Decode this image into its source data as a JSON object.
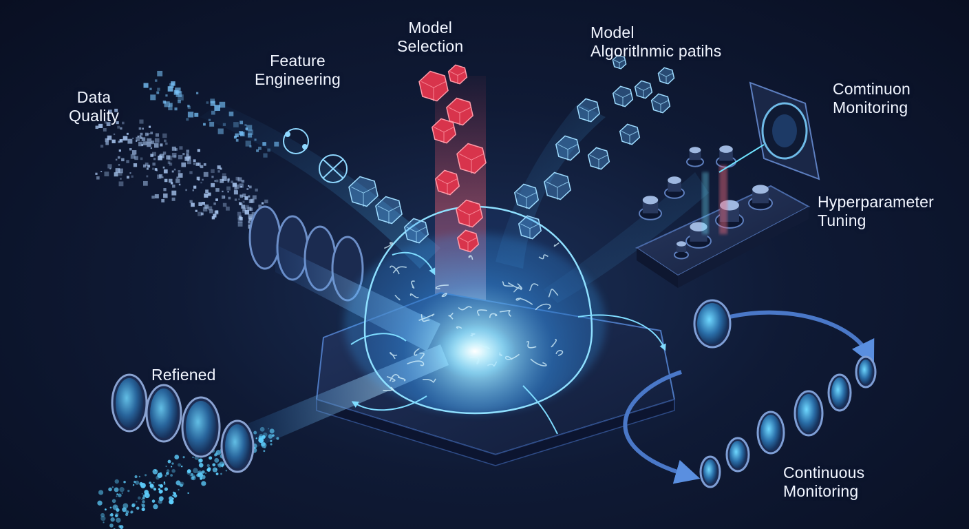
{
  "labels": {
    "data_quality": [
      "Data",
      "Quality"
    ],
    "feature_engineering": [
      "Feature",
      "Engineering"
    ],
    "model_selection": [
      "Model",
      "Selection"
    ],
    "algorithmic_paths": [
      "Model",
      "Algoritlnmic patihs"
    ],
    "monitoring_top": [
      "Comtinuon",
      "Monitoring"
    ],
    "hyperparameter_tuning": [
      "Hyperparameter",
      "Tuning"
    ],
    "refined": "Refiened",
    "continuous_monitoring": [
      "Continuous",
      "Monitoring"
    ]
  },
  "colors": {
    "background": "#0f1a35",
    "glow_cyan": "#6fe3ff",
    "beam_blue": "#4fa8ff",
    "crystal_blue": "#7fd4ff",
    "crystal_red": "#e8455a",
    "arrow_blue": "#4a78c8",
    "pedestal": "#1c2a4d"
  },
  "icons": {
    "central": "neural-brain-dome",
    "filter": "data-filter-lens",
    "shapes": "polyhedron-crystal",
    "control": "tuning-knob",
    "dial": "monitoring-dial",
    "cycle": "monitoring-loop-arrow"
  }
}
